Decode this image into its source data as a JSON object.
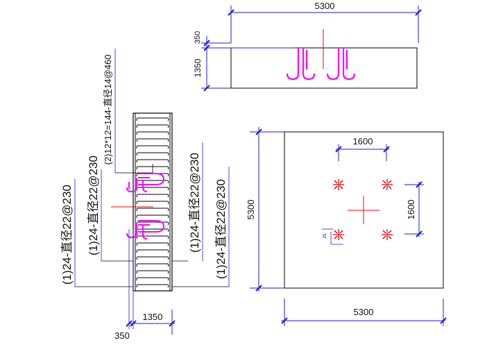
{
  "elevation_top": {
    "width_dim": "5300",
    "cover_dim": "350",
    "height_dim": "1350"
  },
  "plan": {
    "height_dim": "5300",
    "width_dim": "5300",
    "pile_spacing_x": "1600",
    "pile_spacing_y": "1600",
    "pile_small_note": "25"
  },
  "section": {
    "rebar_1_left": "(1)24-直径22@230",
    "rebar_1_left_inner": "(1)24-直径22@230",
    "rebar_1_right_inner": "(1)24-直径22@230",
    "rebar_1_right": "(1)24-直径22@230",
    "rebar_2": "(2)12*12=144-直径14@460",
    "width_dim": "1350",
    "cover_dim": "350"
  },
  "colors": {
    "dimension": "#1a1adb",
    "outline": "#000000",
    "rebar": "#ff00ff",
    "center_mark": "#ff0000"
  }
}
